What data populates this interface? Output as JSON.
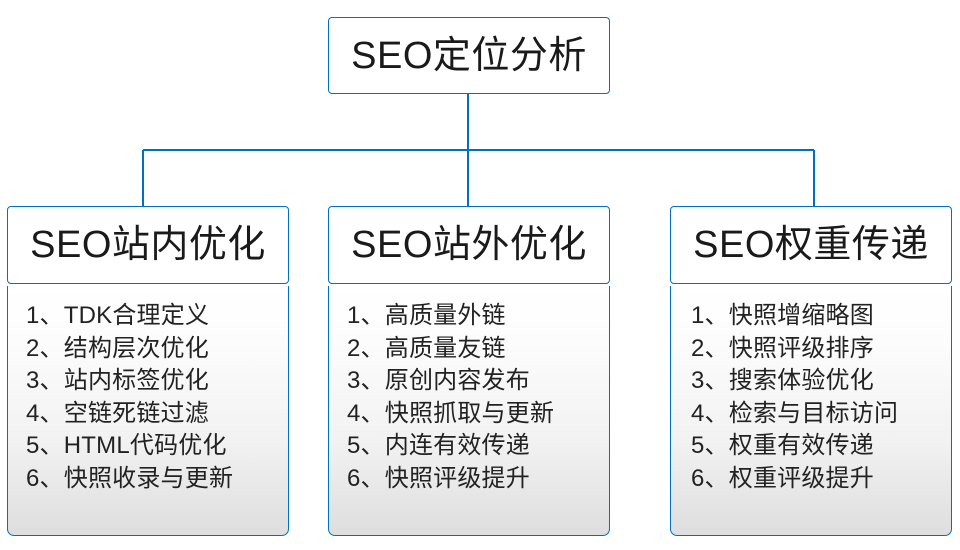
{
  "diagram": {
    "type": "tree-hierarchy",
    "accent_color": "#0070C0",
    "text_color": "#222222",
    "background_color": "#FFFFFF",
    "root": {
      "label": "SEO定位分析"
    },
    "branches": [
      {
        "header": "SEO站内优化",
        "items": [
          "1、TDK合理定义",
          "2、结构层次优化",
          "3、站内标签优化",
          "4、空链死链过滤",
          "5、HTML代码优化",
          "6、快照收录与更新"
        ]
      },
      {
        "header": "SEO站外优化",
        "items": [
          "1、高质量外链",
          "2、高质量友链",
          "3、原创内容发布",
          "4、快照抓取与更新",
          "5、内连有效传递",
          "6、快照评级提升"
        ]
      },
      {
        "header": "SEO权重传递",
        "items": [
          "1、快照增缩略图",
          "2、快照评级排序",
          "3、搜索体验优化",
          "4、检索与目标访问",
          "5、权重有效传递",
          "6、权重评级提升"
        ]
      }
    ]
  }
}
